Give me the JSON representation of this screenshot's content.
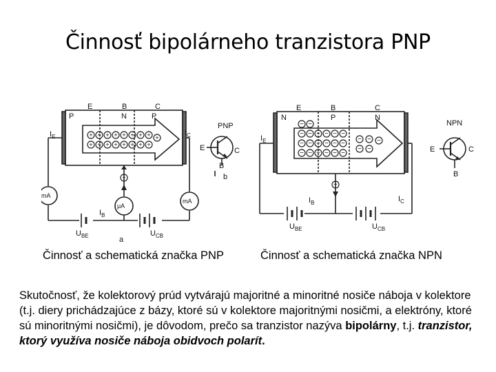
{
  "title": "Činnosť bipolárneho tranzistora PNP",
  "left_diagram": {
    "regions": [
      "E",
      "B",
      "C"
    ],
    "layers": [
      "P",
      "N",
      "P"
    ],
    "symbol_label": "PNP",
    "symbol_terminals": {
      "e": "E",
      "c": "C",
      "b": "B"
    },
    "currents": {
      "ie": "I",
      "ie_sub": "E",
      "ib": "I",
      "ib_sub": "B",
      "ic": "I",
      "ic_sub": "C"
    },
    "meters": [
      "mA",
      "μA",
      "mA"
    ],
    "voltages": {
      "ube": "U",
      "ube_sub": "BE",
      "ucb": "U",
      "ucb_sub": "CB"
    },
    "sub_labels": [
      "a",
      "b"
    ],
    "carrier": "+"
  },
  "right_diagram": {
    "regions": [
      "E",
      "B",
      "C"
    ],
    "layers": [
      "N",
      "P",
      "N"
    ],
    "symbol_label": "NPN",
    "symbol_terminals": {
      "e": "E",
      "c": "C",
      "b": "B"
    },
    "currents": {
      "ie": "I",
      "ie_sub": "E",
      "ib": "I",
      "ib_sub": "B",
      "ic": "I",
      "ic_sub": "C"
    },
    "voltages": {
      "ube": "U",
      "ube_sub": "BE",
      "ucb": "U",
      "ucb_sub": "CB"
    },
    "carrier": "−"
  },
  "captions": {
    "pnp": "Činnosť a schematická značka PNP",
    "npn": "Činnosť a schematická značka NPN"
  },
  "paragraph": {
    "part1": "Skutočnosť, že kolektorový prúd vytvárajú majoritné a minoritné nosiče náboja v kolektore (t.j. diery prichádzajúce z bázy, ktoré sú v kolektore majoritnými nosičmi, a elektróny, ktoré sú minoritnými nosičmi), je dôvodom, prečo sa tranzistor nazýva ",
    "bold_word": "bipolárny",
    "part2": ", t.j. ",
    "bold_italic": "tranzistor, ktorý využíva nosiče náboja obidvoch polarít",
    "end": "."
  },
  "colors": {
    "ink": "#000000",
    "background": "#ffffff",
    "line": "#222222"
  }
}
